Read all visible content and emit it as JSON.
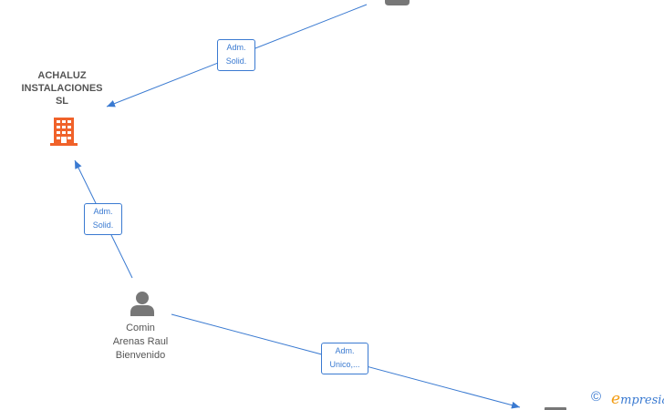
{
  "nodes": {
    "company": {
      "name": [
        "ACHALUZ",
        "INSTALACIONES",
        "SL"
      ],
      "icon": "building-icon",
      "color": "#f0622a"
    },
    "person_main": {
      "name": [
        "Comin",
        "Arenas Raul",
        "Bienvenido"
      ],
      "icon": "person-icon"
    },
    "person_top": {
      "icon": "person-icon"
    },
    "person_bottom": {
      "icon": "person-icon"
    }
  },
  "edges": [
    {
      "id": "top-to-company",
      "label": [
        "Adm.",
        "Solid."
      ]
    },
    {
      "id": "main-to-company",
      "label": [
        "Adm.",
        "Solid."
      ]
    },
    {
      "id": "main-to-bottom",
      "label": [
        "Adm.",
        "Unico,..."
      ]
    }
  ],
  "colors": {
    "edge": "#3a7ad1",
    "person": "#777777",
    "company": "#f0622a"
  },
  "footer": {
    "copyright_symbol": "©",
    "brand_first": "e",
    "brand_rest": "mpresia"
  }
}
